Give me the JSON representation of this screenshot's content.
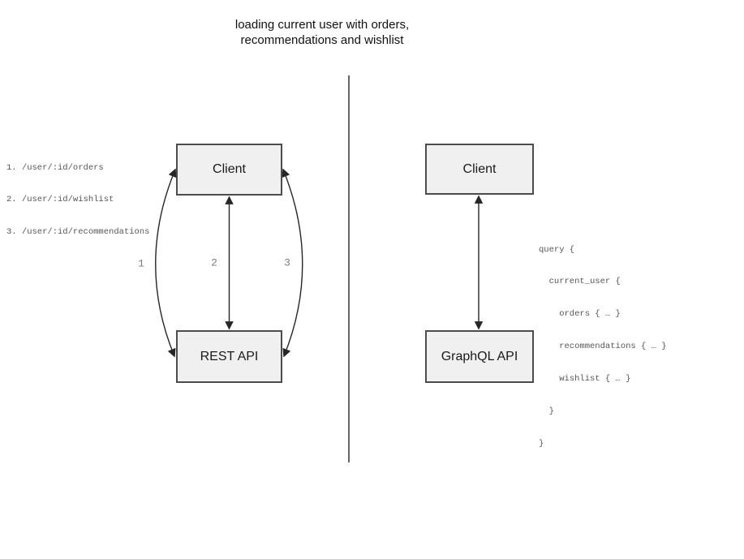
{
  "title": {
    "line1": "loading current user with orders,",
    "line2": "recommendations and wishlist"
  },
  "rest_panel": {
    "endpoints": [
      "1. /user/:id/orders",
      "2. /user/:id/wishlist",
      "3. /user/:id/recommendations"
    ],
    "client_label": "Client",
    "api_label": "REST API",
    "arrow_labels": [
      "1",
      "2",
      "3"
    ]
  },
  "graphql_panel": {
    "client_label": "Client",
    "api_label": "GraphQL API",
    "query_lines": [
      "query {",
      "  current_user {",
      "    orders { … }",
      "    recommendations { … }",
      "    wishlist { … }",
      "  }",
      "}"
    ]
  },
  "colors": {
    "box_fill": "#f0f0f0",
    "box_border": "#4c4c4c",
    "arrow": "#262626",
    "code_text": "#565656",
    "label_text": "#7a7a7a",
    "divider": "#666666",
    "title_text": "#111111"
  }
}
